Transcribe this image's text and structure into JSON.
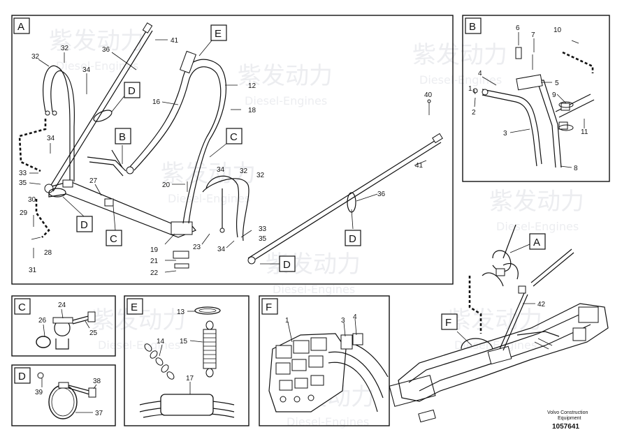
{
  "panels": {
    "A": "A",
    "B": "B",
    "C": "C",
    "D": "D",
    "E": "E",
    "F": "F"
  },
  "callouts": {
    "D": "D",
    "E": "E",
    "B": "B",
    "C": "C",
    "A": "A",
    "F": "F"
  },
  "watermark": {
    "chinese": "紫发动力",
    "latin": "Diesel-Engines"
  },
  "caption": {
    "line1": "Volvo Construction",
    "line2": "Equipment",
    "number": "1057641"
  },
  "labels": {
    "a41": "41",
    "a36": "36",
    "a32a": "32",
    "a32b": "32",
    "a34": "34",
    "a16": "16",
    "a12": "12",
    "a18": "18",
    "a34b": "34",
    "a33": "33",
    "a35": "35",
    "a27": "27",
    "a30": "30",
    "a29": "29",
    "a28": "28",
    "a31": "31",
    "a20": "20",
    "a19": "19",
    "a21": "21",
    "a22": "22",
    "a23": "23",
    "a34c": "34",
    "a32c": "32",
    "a32d": "32",
    "a34d": "34",
    "a33b": "33",
    "a35b": "35",
    "a40": "40",
    "a41b": "41",
    "a36b": "36",
    "b6": "6",
    "b7": "7",
    "b10": "10",
    "b4": "4",
    "b5": "5",
    "b1": "1",
    "b9": "9",
    "b2": "2",
    "b11": "11",
    "b3": "3",
    "b8": "8",
    "c24": "24",
    "c26": "26",
    "c25": "25",
    "d39": "39",
    "d38": "38",
    "d37": "37",
    "e13": "13",
    "e14": "14",
    "e15": "15",
    "e17": "17",
    "f1": "1",
    "f3": "3",
    "f4": "4",
    "m42": "42"
  }
}
